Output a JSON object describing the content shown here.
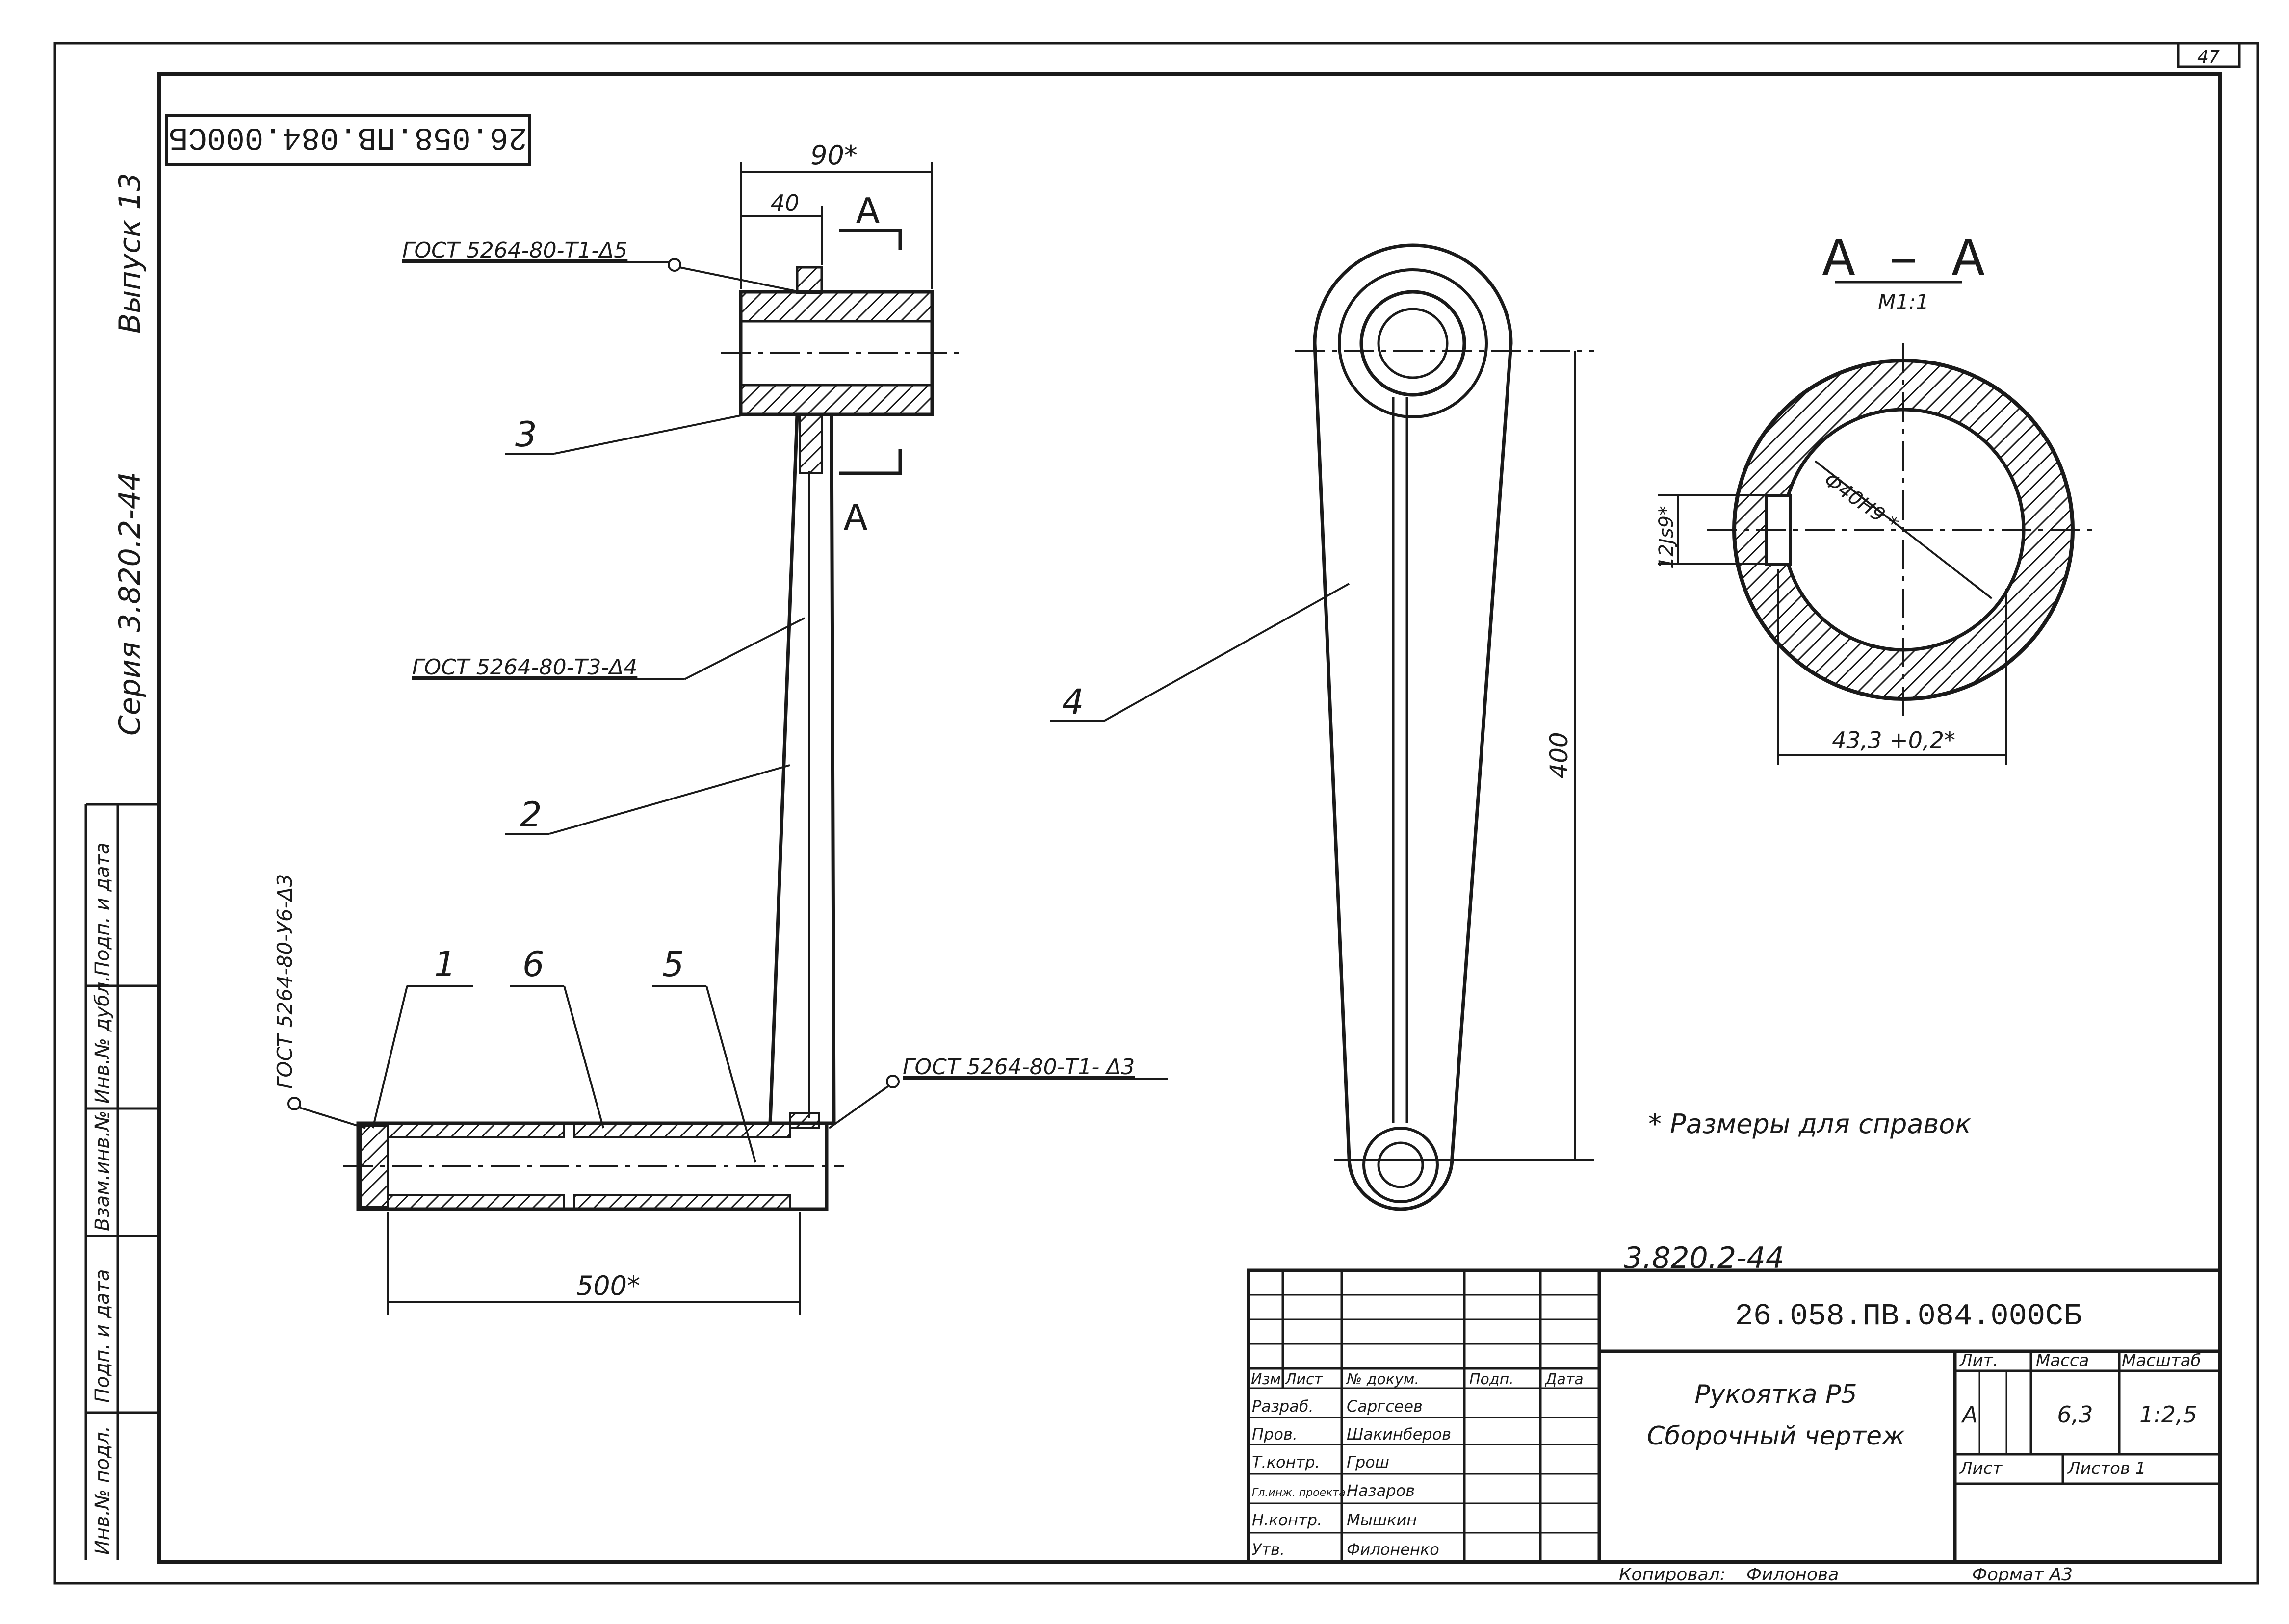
{
  "sheet": {
    "page_number": "47",
    "code_rotated": "26.058.ПВ.084.000СБ",
    "series_label": "Серия  3.820.2-44",
    "issue_label": "Выпуск  13"
  },
  "left_strip": {
    "cells": [
      "Подп. и дата",
      "Инв.№ дубл.",
      "Взам.инв.№",
      "Подп. и дата",
      "Инв.№ подл."
    ]
  },
  "assembly": {
    "dim_overall_top": "90*",
    "dim_40": "40",
    "section_mark_top": "А",
    "section_mark_bottom": "А",
    "weld_top": "ГОСТ 5264-80-Т1-Δ5",
    "weld_middle": "ГОСТ 5264-80-Т3-Δ4",
    "weld_left": "ГОСТ 5264-80-У6-Δ3",
    "weld_right": "ГОСТ 5264-80-Т1- Δ3",
    "part_3": "3",
    "part_2": "2",
    "part_1": "1",
    "part_6": "6",
    "part_5": "5",
    "dim_500": "500*"
  },
  "lever_view": {
    "part_4": "4",
    "dim_400": "400"
  },
  "section_view": {
    "title": "А – А",
    "scale": "М1:1",
    "diameter_label": "Ф40Н9 *",
    "key_width_label": "12Js9*",
    "outer_dim_label": "43,3 +0,2*"
  },
  "note": "* Размеры для справок",
  "title_block": {
    "above_code": "3.820.2-44",
    "doc_code": "26.058.ПВ.084.000СБ",
    "name_line1": "Рукоятка Р5",
    "name_line2": "Сборочный  чертеж",
    "hdr_lit": "Лит.",
    "hdr_mass": "Масса",
    "hdr_scale": "Масштаб",
    "lit_value": "А",
    "mass_value": "6,3",
    "scale_value": "1:2,5",
    "sheet_label": "Лист",
    "sheets_label": "Листов  1",
    "col_headers": [
      "Изм.",
      "Лист",
      "№ докум.",
      "Подп.",
      "Дата"
    ],
    "rows": [
      {
        "role": "Разраб.",
        "name": "Саргсеев"
      },
      {
        "role": "Пров.",
        "name": "Шакинберов"
      },
      {
        "role": "Т.контр.",
        "name": "Грош"
      },
      {
        "role": "Гл.инж. проекта",
        "name": "Назаров"
      },
      {
        "role": "Н.контр.",
        "name": "Мышкин"
      },
      {
        "role": "Утв.",
        "name": "Филоненко"
      }
    ],
    "copied": "Копировал:",
    "copied_name": "Филонова",
    "format": "Формат  А3"
  }
}
